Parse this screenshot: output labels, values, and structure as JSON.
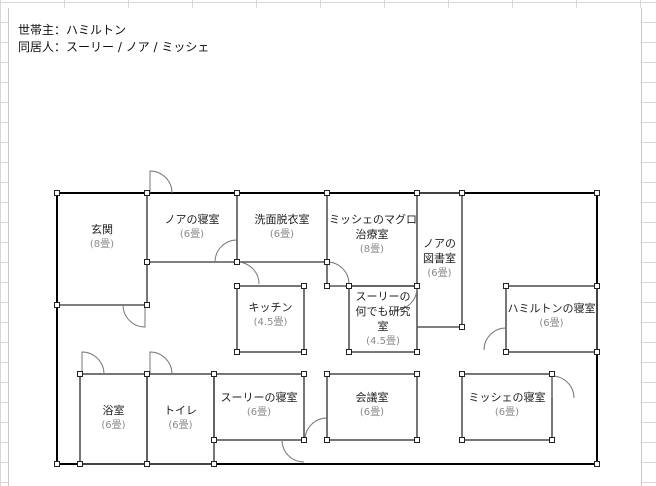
{
  "header": {
    "head_label": "世帯主：ハミルトン",
    "residents_label": "同居人：スーリー / ノア / ミッシェ"
  },
  "rooms": [
    {
      "name": "玄関",
      "size": "(8畳)"
    },
    {
      "name": "ノアの寝室",
      "size": "(6畳)"
    },
    {
      "name": "洗面脱衣室",
      "size": "(6畳)"
    },
    {
      "name": "ミッシェのマグロ",
      "name2": "治療室",
      "size": "(8畳)"
    },
    {
      "name": "ノアの",
      "name2": "図書室",
      "size": "(6畳)"
    },
    {
      "name": "キッチン",
      "size": "(4.5畳)"
    },
    {
      "name": "スーリーの",
      "name2": "何でも研究",
      "name3": "室",
      "size": "(4.5畳)"
    },
    {
      "name": "ハミルトンの寝室",
      "size": "(6畳)"
    },
    {
      "name": "浴室",
      "size": "(6畳)"
    },
    {
      "name": "トイレ",
      "size": "(6畳)"
    },
    {
      "name": "スーリーの寝室",
      "size": "(6畳)"
    },
    {
      "name": "会議室",
      "size": "(6畳)"
    },
    {
      "name": "ミッシェの寝室",
      "size": "(6畳)"
    }
  ],
  "colors": {
    "wall": "#000000",
    "partition": "#444444",
    "door": "#777777"
  }
}
